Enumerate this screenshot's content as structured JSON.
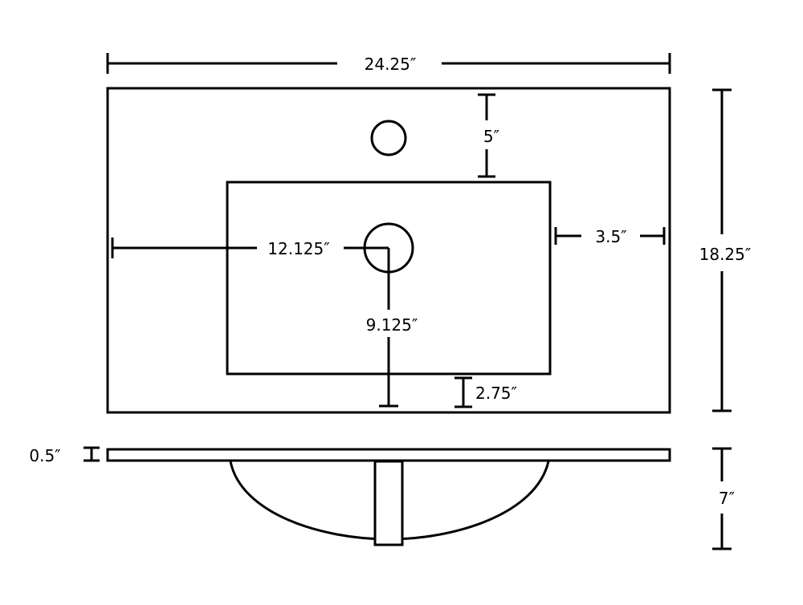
{
  "dimensions": {
    "overall_width": "24.25″",
    "overall_depth": "18.25″",
    "faucet_hole_offset": "5″",
    "basin_side_offset": "3.5″",
    "drain_horizontal": "12.125″",
    "drain_vertical": "9.125″",
    "basin_front_offset": "2.75″",
    "top_thickness": "0.5″",
    "bowl_depth": "7″"
  },
  "colors": {
    "line": "#000000",
    "background": "#ffffff"
  }
}
